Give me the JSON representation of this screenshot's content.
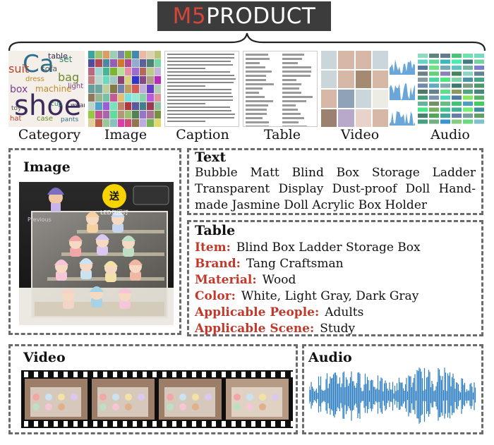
{
  "header": {
    "title_accent": "M5",
    "title_rest": "PRODUCT"
  },
  "modalities": [
    {
      "label": "Category"
    },
    {
      "label": "Image"
    },
    {
      "label": "Caption"
    },
    {
      "label": "Table"
    },
    {
      "label": "Video"
    },
    {
      "label": "Audio"
    }
  ],
  "word_cloud": [
    "shoe",
    "Ca",
    "suit",
    "bag",
    "box",
    "machine",
    "set",
    "sofa",
    "table",
    "pants",
    "hat",
    "case",
    "light",
    "dress",
    "cup",
    "toy",
    "wear"
  ],
  "example": {
    "image_panel": {
      "title": "Image",
      "photo_badge": "送",
      "photo_badge_sub": "LED氛围灯",
      "photo_nav": "Previous"
    },
    "text_panel": {
      "title": "Text",
      "body": "Bubble Matt Blind Box Storage Ladder Transparent Display Dust-proof Doll Hand-made Jasmine Doll Acrylic Box Holder"
    },
    "table_panel": {
      "title": "Table",
      "rows": [
        {
          "key": "Item:",
          "value": "Blind Box Ladder Storage Box"
        },
        {
          "key": "Brand:",
          "value": "Tang Craftsman"
        },
        {
          "key": "Material:",
          "value": "Wood"
        },
        {
          "key": "Color:",
          "value": "White, Light Gray, Dark Gray"
        },
        {
          "key": "Applicable People:",
          "value": "Adults"
        },
        {
          "key": "Applicable Scene:",
          "value": "Study"
        }
      ]
    },
    "video_panel": {
      "title": "Video"
    },
    "audio_panel": {
      "title": "Audio"
    }
  },
  "colors": {
    "accent_red": "#c0392b",
    "banner_bg": "#3c3c3c",
    "waveform": "#2f7fc1",
    "dash": "#6b6b6b"
  }
}
